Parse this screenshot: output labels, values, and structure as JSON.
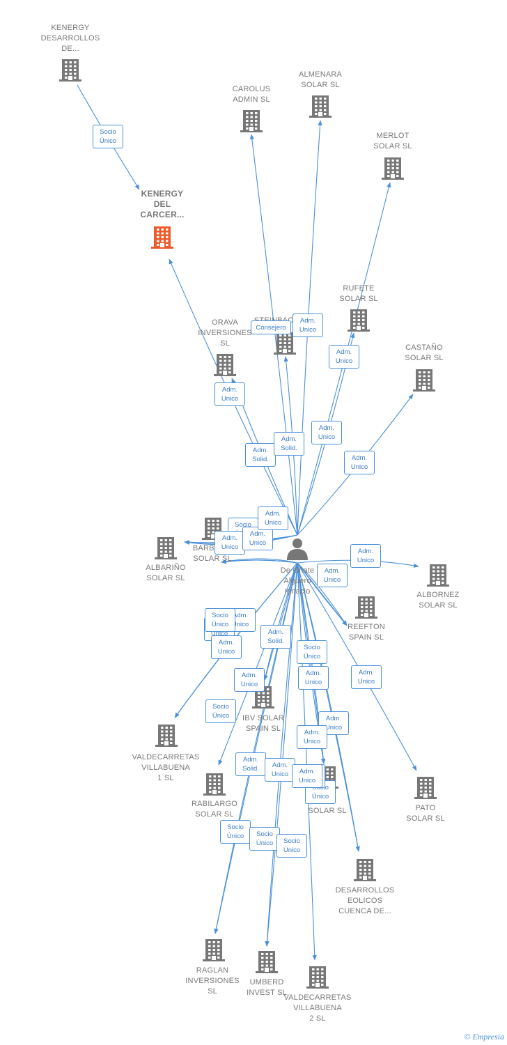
{
  "colors": {
    "edge": "#4a90d9",
    "building": "#777777",
    "highlight": "#f05a28",
    "person": "#777777"
  },
  "center": {
    "label": "De Oñate\nAlguero\nIgnacio",
    "icon": "person-icon"
  },
  "nodes": [
    {
      "id": "kenergy_des",
      "label": "KENERGY\nDESARROLLOS\nDE...",
      "icon": "building-icon"
    },
    {
      "id": "kenergy_carcer",
      "label": "KENERGY\nDEL\nCARCER...",
      "icon": "building-icon",
      "highlight": true
    },
    {
      "id": "carolus",
      "label": "CAROLUS\nADMIN SL",
      "icon": "building-icon"
    },
    {
      "id": "almenara",
      "label": "ALMENARA\nSOLAR SL",
      "icon": "building-icon"
    },
    {
      "id": "merlot",
      "label": "MERLOT\nSOLAR SL",
      "icon": "building-icon"
    },
    {
      "id": "rufete",
      "label": "RUFETE\nSOLAR SL",
      "icon": "building-icon"
    },
    {
      "id": "castano",
      "label": "CASTAÑO\nSOLAR SL",
      "icon": "building-icon"
    },
    {
      "id": "orava",
      "label": "ORAVA\nINVERSIONES\nSL",
      "icon": "building-icon"
    },
    {
      "id": "steinbach",
      "label": "STEINBAC...",
      "icon": "building-icon"
    },
    {
      "id": "barbac",
      "label": "BARBAC...\nSOLAR SL",
      "icon": "building-icon"
    },
    {
      "id": "albarino",
      "label": "ALBARIÑO\nSOLAR SL",
      "icon": "building-icon"
    },
    {
      "id": "albornez",
      "label": "ALBORNEZ\nSOLAR SL",
      "icon": "building-icon"
    },
    {
      "id": "reefton",
      "label": "REEFTON\nSPAIN SL",
      "icon": "building-icon"
    },
    {
      "id": "ibv",
      "label": "IBV SOLAR\nSPAIN SL",
      "icon": "building-icon"
    },
    {
      "id": "valdec1",
      "label": "VALDECARRETAS\nVILLABUENA\n1 SL",
      "icon": "building-icon"
    },
    {
      "id": "rabilargo",
      "label": "RABILARGO\nSOLAR SL",
      "icon": "building-icon"
    },
    {
      "id": "al_solar",
      "label": "...AL\nSOLAR SL",
      "icon": "building-icon"
    },
    {
      "id": "pato",
      "label": "PATO\nSOLAR SL",
      "icon": "building-icon"
    },
    {
      "id": "desarrollos_eolicos",
      "label": "DESARROLLOS\nEOLICOS\nCUENCA DE...",
      "icon": "building-icon"
    },
    {
      "id": "raglan",
      "label": "RAGLAN\nINVERSIONES\nSL",
      "icon": "building-icon"
    },
    {
      "id": "umberd",
      "label": "UMBERD\nINVEST SL",
      "icon": "building-icon"
    },
    {
      "id": "valdec2",
      "label": "VALDECARRETAS\nVILLABUENA\n2 SL",
      "icon": "building-icon"
    }
  ],
  "edges": [
    {
      "from": "kenergy_des",
      "to": "kenergy_carcer",
      "label": "Socio\nÚnico"
    },
    {
      "from": "center",
      "to": "kenergy_carcer",
      "label": "Adm.\nUnico"
    },
    {
      "from": "center",
      "to": "carolus",
      "label": "Consejero"
    },
    {
      "from": "center",
      "to": "almenara",
      "label": "Adm.\nUnico"
    },
    {
      "from": "center",
      "to": "merlot",
      "label": "Adm.\nUnico"
    },
    {
      "from": "center",
      "to": "rufete",
      "label": "Adm.\nUnico"
    },
    {
      "from": "center",
      "to": "castano",
      "label": "Adm.\nUnico"
    },
    {
      "from": "center",
      "to": "orava",
      "label": "Adm.\nSolid."
    },
    {
      "from": "center",
      "to": "steinbach",
      "label": "Adm.\nSolid."
    },
    {
      "from": "center",
      "to": "barbac",
      "label": "Socio\nÚnico"
    },
    {
      "from": "center",
      "to": "barbac",
      "label": "Adm.\nUnico"
    },
    {
      "from": "center",
      "to": "albarino",
      "label": "Socio\nÚnico"
    },
    {
      "from": "center",
      "to": "albarino",
      "label": "Adm.\nUnico"
    },
    {
      "from": "center",
      "to": "albornez",
      "label": "Adm.\nUnico"
    },
    {
      "from": "center",
      "to": "reefton",
      "label": "Adm.\nUnico"
    },
    {
      "from": "center",
      "to": "reefton",
      "label": "Socio\nÚnico"
    },
    {
      "from": "center",
      "to": "ibv",
      "label": "Adm.\nSolid."
    },
    {
      "from": "center",
      "to": "valdec1",
      "label": "Socio\nÚnico"
    },
    {
      "from": "center",
      "to": "valdec1",
      "label": "Adm.\nUnico"
    },
    {
      "from": "center",
      "to": "rabilargo",
      "label": "Socio\nÚnico"
    },
    {
      "from": "center",
      "to": "ibv",
      "label": "Adm.\nUnico"
    },
    {
      "from": "center",
      "to": "al_solar",
      "label": "Adm.\nUnico"
    },
    {
      "from": "center",
      "to": "al_solar",
      "label": "Adm.\nUnico"
    },
    {
      "from": "center",
      "to": "pato",
      "label": "Adm.\nUnico"
    },
    {
      "from": "center",
      "to": "desarrollos_eolicos",
      "label": "Socio\nÚnico"
    },
    {
      "from": "center",
      "to": "raglan",
      "label": "Adm.\nSolid."
    },
    {
      "from": "center",
      "to": "raglan",
      "label": "Socio\nÚnico"
    },
    {
      "from": "center",
      "to": "umberd",
      "label": "Adm.\nUnico"
    },
    {
      "from": "center",
      "to": "umberd",
      "label": "Socio\nÚnico"
    },
    {
      "from": "center",
      "to": "valdec2",
      "label": "Socio\nÚnico"
    },
    {
      "from": "center",
      "to": "desarrollos_eolicos",
      "label": "Adm.\nUnico"
    },
    {
      "from": "center",
      "to": "barbac",
      "label": "Adm.\nUnico"
    },
    {
      "from": "center",
      "to": "albarino",
      "label": "Socio\nÚnico"
    },
    {
      "from": "center",
      "to": "reefton",
      "label": "Adm.\nUnico"
    },
    {
      "from": "center",
      "to": "al_solar",
      "label": "Adm.\nUnico"
    }
  ],
  "brand": {
    "copyright": "©",
    "name": "Empresia"
  }
}
